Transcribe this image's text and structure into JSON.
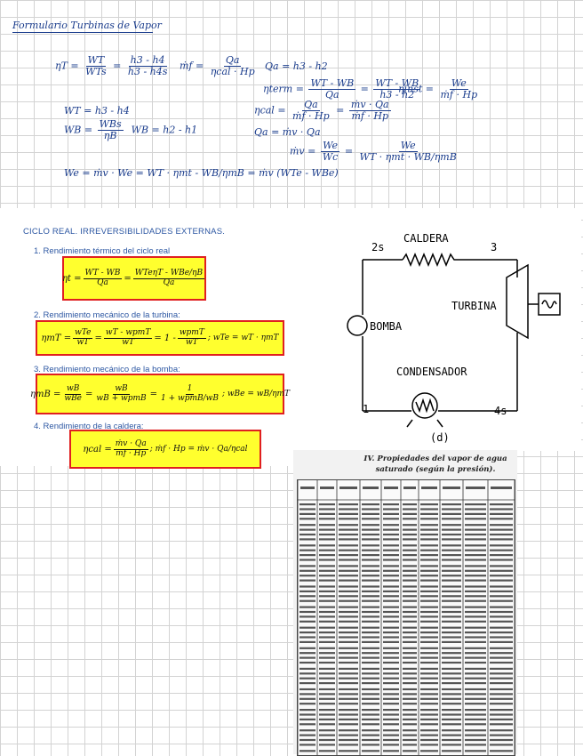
{
  "handwritten": {
    "title": "Formulario Turbinas de Vapor",
    "eq_eta_t_lhs": "ηT =",
    "eq_eta_t_f1_num": "WT",
    "eq_eta_t_f1_den": "WTs",
    "eq_eta_t_f2_num": "h3 - h4",
    "eq_eta_t_f2_den": "h3 - h4s",
    "eq_mdotf_lhs": "ṁf =",
    "eq_mdotf_num": "Qa",
    "eq_mdotf_den": "ηcal · Hp",
    "eq_qa": "Qa = h3 - h2",
    "eq_eta_term_lhs": "ηterm =",
    "eq_eta_term_f1_num": "WT - WB",
    "eq_eta_term_f1_den": "Qa",
    "eq_eta_term_f2_num": "WT - WB",
    "eq_eta_term_f2_den": "h3 - h2",
    "eq_eta_inst_lhs": "ηinst =",
    "eq_eta_inst_num": "We",
    "eq_eta_inst_den": "ṁf · Hp",
    "eq_wt": "WT = h3 - h4",
    "eq_wb_lhs": "WB =",
    "eq_wb_num": "WBs",
    "eq_wb_den": "ηB",
    "eq_wb_rhs": "WB = h2 - h1",
    "eq_eta_cal_lhs": "ηcal =",
    "eq_eta_cal_f1_num": "Qa",
    "eq_eta_cal_f1_den": "ṁf · Hp",
    "eq_eta_cal_f2_num": "ṁv · Qa",
    "eq_eta_cal_f2_den": "ṁf · Hp",
    "eq_qa2": "Qa = ṁv · Qa",
    "eq_mv_lhs": "ṁv =",
    "eq_mv_f1_num": "We",
    "eq_mv_f1_den": "Wc",
    "eq_mv_f2_num": "We",
    "eq_mv_f2_den": "WT · ηmt · WB/ηmB",
    "eq_we": "We = ṁv · We = WT · ηmt - WB/ηmB = ṁv (WTe - WBe)"
  },
  "ciclo": {
    "heading": "CICLO REAL. IRREVERSIBILIDADES EXTERNAS.",
    "item1_label": "1.   Rendimiento térmico del ciclo real",
    "item2_label": "2.   Rendimiento mecánico de la turbina:",
    "item3_label": "3.   Rendimiento mecánico de la bomba:",
    "item4_label": "4.   Rendimiento de la caldera:",
    "eq1_lhs": "ηt =",
    "eq1_f1_num": "WT - WB",
    "eq1_f1_den": "Qa",
    "eq1_f2_num": "WTeηT - WBe/ηB",
    "eq1_f2_den": "Qa",
    "eq2_lhs": "ηmT =",
    "eq2_f1_num": "wTe",
    "eq2_f1_den": "wT",
    "eq2_f2_num": "wT - wpmT",
    "eq2_f2_den": "wT",
    "eq2_mid": "= 1 -",
    "eq2_f3_num": "wpmT",
    "eq2_f3_den": "wT",
    "eq2_tail": "; wTe = wT · ηmT",
    "eq3_lhs": "ηmB =",
    "eq3_f1_num": "wB",
    "eq3_f1_den": "wBe",
    "eq3_f2_num": "wB",
    "eq3_f2_den": "wB + wpmB",
    "eq3_f3_num": "1",
    "eq3_f3_den": "1 + wpmB/wB",
    "eq3_tail": "; wBe = wB/ηmT",
    "eq4_lhs": "ηcal =",
    "eq4_f1_num": "ṁv · Qa",
    "eq4_f1_den": "ṁf · Hp",
    "eq4_tail": "; ṁf · Hp = ṁv · Qa/ηcal"
  },
  "diagram": {
    "label_caldera": "CALDERA",
    "label_turbina": "TURBINA",
    "label_bomba": "BOMBA",
    "label_condensador": "CONDENSADOR",
    "state_2s": "2s",
    "state_3": "3",
    "state_1": "1",
    "state_4s": "4s",
    "caption": "(d)"
  },
  "table": {
    "title_line1": "IV. Propiedades del vapor de agua",
    "title_line2": "saturado (según la presión)."
  }
}
